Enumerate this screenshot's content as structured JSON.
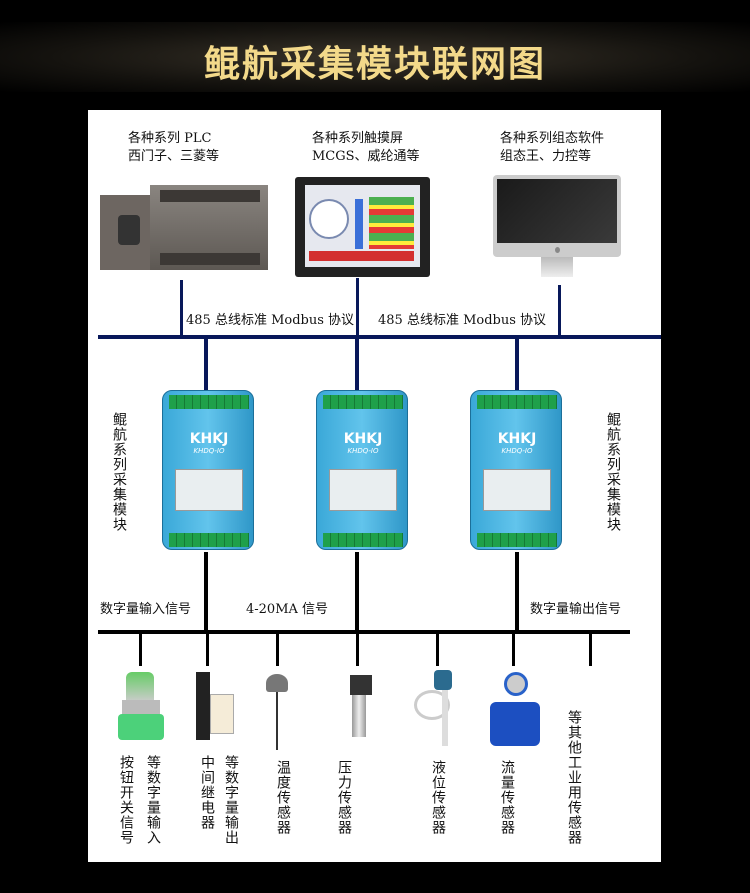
{
  "title": "鲲航采集模块联网图",
  "top_devices": [
    {
      "line1": "各种系列 PLC",
      "line2": "西门子、三菱等"
    },
    {
      "line1": "各种系列触摸屏",
      "line2": "MCGS、威纶通等"
    },
    {
      "line1": "各种系列组态软件",
      "line2": "组态王、力控等"
    }
  ],
  "bus_labels": [
    "485 总线标准 Modbus 协议",
    "485 总线标准 Modbus 协议"
  ],
  "module_side_label": "鲲航系列采集模块",
  "module": {
    "brand": "KHKJ",
    "model": "KHDQ-IO"
  },
  "signal_labels": {
    "digital_in": "数字量输入信号",
    "analog": "4-20MA 信号",
    "digital_out": "数字量输出信号"
  },
  "sensors": [
    {
      "col1": "等数字量输入",
      "col2": "按钮开关信号"
    },
    {
      "col1": "等数字量输出",
      "col2": "中间继电器"
    },
    {
      "col1": "温度传感器"
    },
    {
      "col1": "压力传感器"
    },
    {
      "col1": "液位传感器"
    },
    {
      "col1": "流量传感器"
    },
    {
      "col1": "等其他工业用传感器"
    }
  ]
}
